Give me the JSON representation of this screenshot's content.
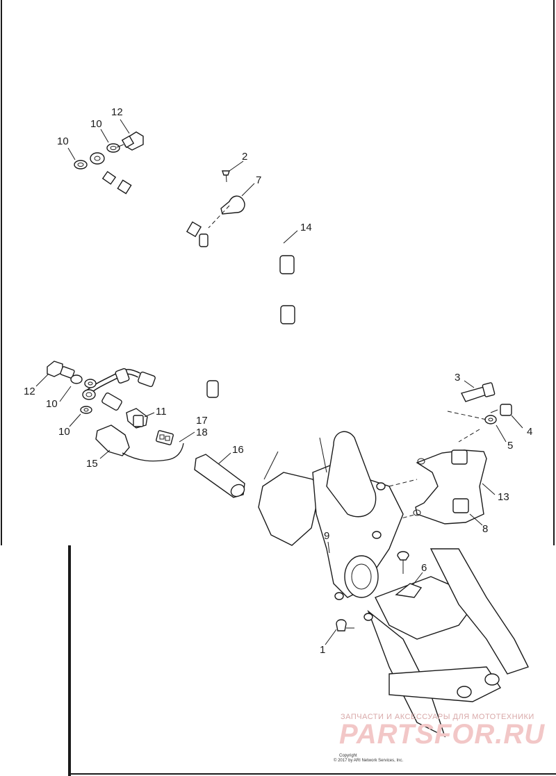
{
  "callouts": {
    "c1": "1",
    "c2": "2",
    "c3": "3",
    "c4": "4",
    "c5": "5",
    "c6": "6",
    "c7": "7",
    "c8": "8",
    "c9": "9",
    "c10a": "10",
    "c10b": "10",
    "c10c": "10",
    "c10d": "10",
    "c11": "11",
    "c12a": "12",
    "c12b": "12",
    "c13": "13",
    "c14": "14",
    "c15": "15",
    "c16": "16",
    "c17": "17",
    "c18": "18"
  },
  "watermark": {
    "line1": "ЗАПЧАСТИ И АКСЕССУАРЫ ДЛЯ МОТОТЕХНИКИ",
    "line2": "PARTSFOR.RU"
  },
  "copyright": {
    "line1": "Copyright",
    "line2": "© 2017 by ARI Network Services, Inc."
  },
  "colors": {
    "line": "#1a1a1a",
    "background": "#ffffff",
    "watermark": "#f2c7c7"
  }
}
